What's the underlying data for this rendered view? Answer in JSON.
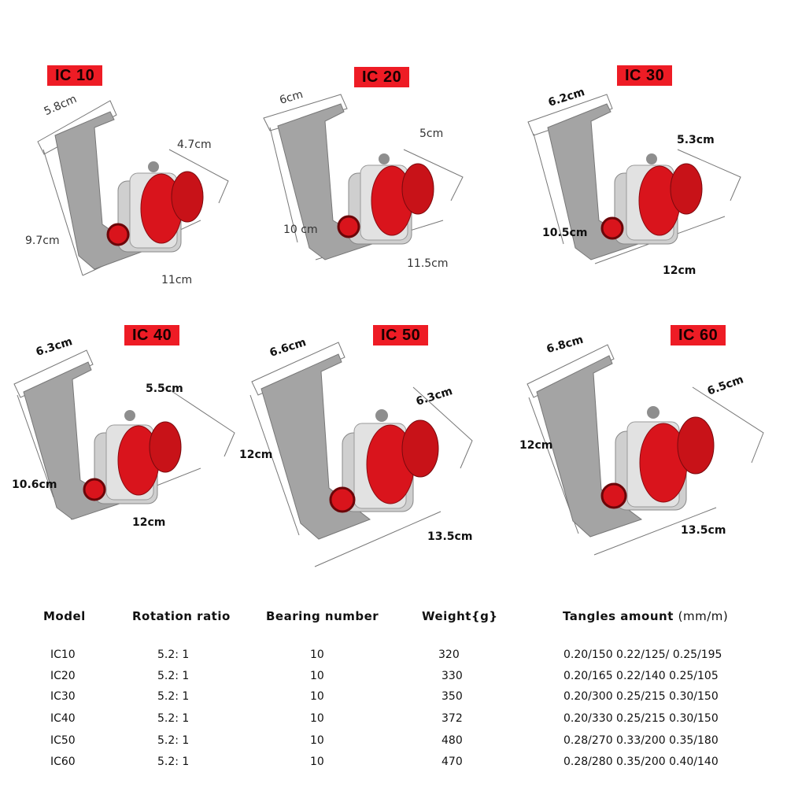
{
  "reels": [
    {
      "model": "IC 10",
      "handle": "5.8cm",
      "spool": "4.7cm",
      "height": "9.7cm",
      "length": "11cm"
    },
    {
      "model": "IC 20",
      "handle": "6cm",
      "spool": "5cm",
      "height": "10 cm",
      "length": "11.5cm"
    },
    {
      "model": "IC 30",
      "handle": "6.2cm",
      "spool": "5.3cm",
      "height": "10.5cm",
      "length": "12cm"
    },
    {
      "model": "IC 40",
      "handle": "6.3cm",
      "spool": "5.5cm",
      "height": "10.6cm",
      "length": "12cm"
    },
    {
      "model": "IC 50",
      "handle": "6.6cm",
      "spool": "6.3cm",
      "height": "12cm",
      "length": "13.5cm"
    },
    {
      "model": "IC 60",
      "handle": "6.8cm",
      "spool": "6.5cm",
      "height": "12cm",
      "length": "13.5cm"
    }
  ],
  "colors": {
    "badge": "#ee1c25",
    "spool": "#d9141c",
    "body": "#9a9a9a",
    "frame": "#c9c9c9"
  },
  "table": {
    "headers": {
      "model": "Model",
      "ratio": "Rotation ratio",
      "bearing": "Bearing number",
      "weight": "Weight{g}",
      "tangles": "Tangles amount",
      "tangles_unit": "(mm/m)"
    },
    "rows": [
      {
        "model": "IC10",
        "ratio": "5.2:  1",
        "bearing": "10",
        "weight": "320",
        "tangles": "0.20/150 0.22/125/ 0.25/195"
      },
      {
        "model": "IC20",
        "ratio": "5.2:  1",
        "bearing": "10",
        "weight": "330",
        "tangles": "0.20/165 0.22/140 0.25/105"
      },
      {
        "model": "IC30",
        "ratio": "5.2:  1",
        "bearing": "10",
        "weight": "350",
        "tangles": "0.20/300 0.25/215 0.30/150"
      },
      {
        "model": "IC40",
        "ratio": "5.2:  1",
        "bearing": "10",
        "weight": "372",
        "tangles": "0.20/330 0.25/215 0.30/150"
      },
      {
        "model": "IC50",
        "ratio": "5.2:  1",
        "bearing": "10",
        "weight": "480",
        "tangles": "0.28/270 0.33/200 0.35/180"
      },
      {
        "model": "IC60",
        "ratio": "5.2:  1",
        "bearing": "10",
        "weight": "470",
        "tangles": "0.28/280 0.35/200 0.40/140"
      }
    ]
  }
}
